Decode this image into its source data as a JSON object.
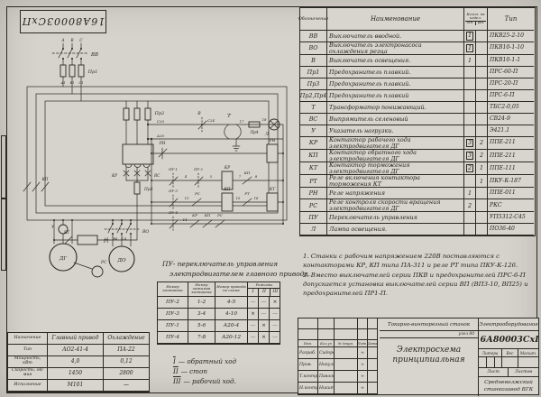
{
  "doc": {
    "stamp": "16А80003СхП"
  },
  "schematic": {
    "caption_line1": "ПУ- переключатель управления",
    "caption_line2": "электродвигателем главного привода.",
    "labels": {
      "ph_a": "А",
      "ph_b": "В",
      "ph_c": "С",
      "vv": "ВВ",
      "pr1": "Пр1",
      "a1": "А1",
      "b1": "В1",
      "c1": "С1",
      "pr2": "Пр2",
      "c20": "С20",
      "a20": "А20",
      "t": "Т",
      "v": "В",
      "c24": "С24",
      "n17": "17",
      "n18": "18",
      "pr4": "Пр4",
      "l": "Л",
      "kr_main": "КР",
      "vs": "ВС",
      "pr3": "Пр3",
      "kp_main": "КП",
      "rn_contact": "РН",
      "rn_coil": "РН",
      "pu1": "ПУ-1",
      "pu2": "ПУ-2",
      "pu3": "ПУ-3",
      "pu4": "ПУ-4",
      "n4": "4",
      "n5": "5",
      "n7": "7",
      "n8": "8",
      "n13": "13",
      "n14": "14",
      "n15": "15",
      "n16": "16",
      "kr_coil": "КР",
      "kp_coil": "КП",
      "kt_coil": "КТ",
      "kp_aux": "КП",
      "kr_aux": "КР",
      "rt_aux": "РТ",
      "rs_c1": "РС",
      "rs_c2": "РС",
      "kt_main": "КТ",
      "rt_coil": "РТ",
      "u": "У",
      "dg": "ДГ",
      "do": "ДО",
      "rs": "РС",
      "vo": "ВО",
      "a4": "А4",
      "b4": "В4",
      "c4": "С4"
    }
  },
  "components_table": {
    "headers": {
      "designation": "Обозначение",
      "name": "Наименование",
      "qty": "Колич. на издел.",
      "qty_sub1": "осн.",
      "qty_sub2": "рез.",
      "type": "Тип"
    },
    "rows": [
      {
        "d": "ВВ",
        "n": "Выключатель вводной.",
        "q1": "1",
        "q2": "",
        "t": "ПКВ25-2-10",
        "b": true
      },
      {
        "d": "ВО",
        "n": "Выключатель электронасоса охлаждения резца",
        "q1": "1",
        "q2": "",
        "t": "ПКВ10-1-10",
        "b": true
      },
      {
        "d": "В",
        "n": "Выключатель освещения.",
        "q1": "1",
        "q2": "",
        "t": "ПКВ10-1-1",
        "b": false
      },
      {
        "d": "Пр1",
        "n": "Предохранитель плавкий.",
        "q1": "",
        "q2": "",
        "t": "ПРС-60-П",
        "b": false
      },
      {
        "d": "Пр3",
        "n": "Предохранитель плавкий.",
        "q1": "",
        "q2": "",
        "t": "ПРС-20-П",
        "b": false
      },
      {
        "d": "Пр2,Пр4",
        "n": "Предохранитель плавкий",
        "q1": "",
        "q2": "",
        "t": "ПРС-6-П",
        "b": false
      },
      {
        "d": "Т",
        "n": "Трансформатор понижающий.",
        "q1": "",
        "q2": "",
        "t": "ТБС2-0,05",
        "b": false
      },
      {
        "d": "ВС",
        "n": "Выпрямитель селеновый",
        "q1": "",
        "q2": "",
        "t": "СВ24-9",
        "b": false
      },
      {
        "d": "У",
        "n": "Указатель нагрузки.",
        "q1": "",
        "q2": "",
        "t": "Э421.1",
        "b": false
      },
      {
        "d": "КР",
        "n": "Контактор рабочего хода электродвигателя ДГ",
        "q1": "3",
        "q2": "2",
        "t": "ППЕ-211",
        "b": true
      },
      {
        "d": "КП",
        "n": "Контактор обратного хода электродвигателя ДГ",
        "q1": "3",
        "q2": "2",
        "t": "ППЕ-211",
        "b": true
      },
      {
        "d": "КТ",
        "n": "Контактор торможения электродвигателя ДГ",
        "q1": "2",
        "q2": "1",
        "t": "ППЕ-111",
        "b": true
      },
      {
        "d": "РТ",
        "n": "Реле включения контактора торможения КТ",
        "q1": "",
        "q2": "1",
        "t": "ПКУ-К-187",
        "b": false
      },
      {
        "d": "РН",
        "n": "Реле напряжения",
        "q1": "1",
        "q2": "",
        "t": "ППЕ-011",
        "b": false
      },
      {
        "d": "РС",
        "n": "Реле контроля скорости вращения электродвигателя ДГ",
        "q1": "2",
        "q2": "",
        "t": "РКС",
        "b": false
      },
      {
        "d": "ПУ",
        "n": "Переключатель управления",
        "q1": "",
        "q2": "",
        "t": "УП5312-С45",
        "b": false
      },
      {
        "d": "Л",
        "n": "Лампа освещения.",
        "q1": "",
        "q2": "",
        "t": "ПО36-40",
        "b": false
      }
    ]
  },
  "notes": {
    "n1": "1. Станки  с рабочим напряжением 220В поставляются с контакторами КР, КП типа ПА-311 и реле РТ типа ПКУ-К-126.",
    "n2": "2. Вместо выключателей серии ПКВ и предохранителей ПРС-6-П допускается установка выключателей серии ВП (ВП3-10, ВП25) и предохранителей ПР1-П."
  },
  "mode_table": {
    "h_contact": "Номер контакта",
    "h_terminals": "Номер зажимов контакта",
    "h_wire": "Номер провода по схеме",
    "h_modes": "Режимы",
    "m1": "I",
    "m2": "II",
    "m3": "III",
    "rows": [
      {
        "sw": "ПУ-2",
        "cont": "1-2",
        "wire": "4-5",
        "v1": "—",
        "v2": "—",
        "v3": "×"
      },
      {
        "sw": "ПУ-3",
        "cont": "3-4",
        "wire": "4-10",
        "v1": "×",
        "v2": "—",
        "v3": "—"
      },
      {
        "sw": "ПУ-1",
        "cont": "5-6",
        "wire": "А20-4",
        "v1": "—",
        "v2": "×",
        "v3": "—"
      },
      {
        "sw": "ПУ-4",
        "cont": "7-8",
        "wire": "А20-12",
        "v1": "—",
        "v2": "×",
        "v3": "—"
      }
    ]
  },
  "legend": {
    "l1_num": "I",
    "l1_text": "—  обратный ход",
    "l2_num": "II",
    "l2_text": "—  стоп",
    "l3_num": "III",
    "l3_text": "—  рабочий  ход."
  },
  "motor_table": {
    "rows": [
      {
        "label": "Назначение",
        "main": "Главный привод",
        "cool": "Охлаждение"
      },
      {
        "label": "Тип",
        "main": "АО2-41-4",
        "cool": "ПА-22"
      },
      {
        "label": "Мощность, кВт",
        "main": "4,0",
        "cool": "0,12"
      },
      {
        "label": "Скорость, об/мин",
        "main": "1450",
        "cool": "2800"
      },
      {
        "label": "Исполнение",
        "main": "М101",
        "cool": "—"
      }
    ]
  },
  "title_block": {
    "product_line1": "Токарно-винторезный станок",
    "product_line2": "Электрооборудование",
    "unit": "узел 80",
    "doc_title_line1": "Электросхема",
    "doc_title_line2": "принципиальная",
    "doc_number": "16А80003СхП",
    "litera": "Литера",
    "ves": "Вес",
    "masht": "Масшт.",
    "list": "Лист",
    "listov": "Листов",
    "company_line1": "Средневолжский",
    "company_line2": "станкозавод ВГК",
    "sig_cols": [
      "Изм.",
      "Кол.уч",
      "№ докум.",
      "Подп.",
      "Дата"
    ],
    "sig_rows": [
      {
        "role": "Разраб.",
        "name": "Сидоров",
        "sign": "≈"
      },
      {
        "role": "Пров.",
        "name": "Никулин",
        "sign": "≈"
      },
      {
        "role": "Т.контр.",
        "name": "Павлов",
        "sign": "≈"
      },
      {
        "role": "Н.контр.",
        "name": "Никитин",
        "sign": "≈"
      }
    ]
  }
}
